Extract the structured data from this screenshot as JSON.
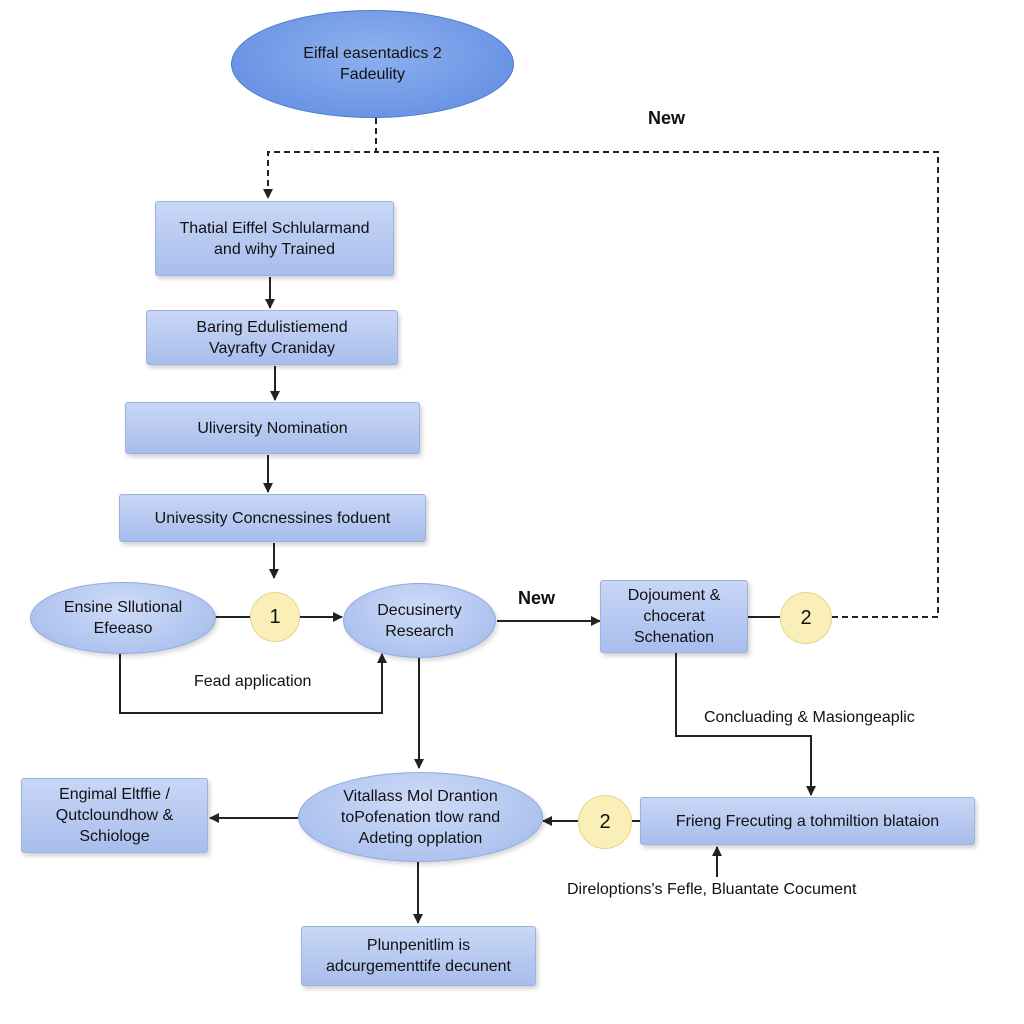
{
  "nodes": {
    "start": [
      "Eiffal easentadics 2",
      "Fadeulity"
    ],
    "step1": [
      "Thatial Eiffel Schlularmand",
      "and wihy Trained"
    ],
    "step2": [
      "Baring Edulistiemend",
      "Vayrafty Craniday"
    ],
    "step3": [
      "Uliversity Nomination"
    ],
    "step4": [
      "Univessity Concnessines foduent"
    ],
    "left_ellipse": [
      "Ensine Sllutional",
      "Efeeaso"
    ],
    "research": [
      "Decusinerty",
      "Research"
    ],
    "document": [
      "Dojoument &",
      "chocerat",
      "Schenation"
    ],
    "center_ellipse": [
      "Vitallass Mol Drantion",
      "toPofenation tlow rand",
      "Adeting opplation"
    ],
    "left_box": [
      "Engimal Eltffie /",
      "Qutcloundhow &",
      "Schiologe"
    ],
    "right_box": [
      "Frieng Frecuting a tohmiltion blataion"
    ],
    "bottom_box": [
      "Plunpenitlim is",
      "adcurgementtife decunent"
    ],
    "circle1": "1",
    "circle2_top": "2",
    "circle2_bottom": "2"
  },
  "labels": {
    "new_top": "New",
    "new_mid": "New",
    "fead_application": "Fead application",
    "concluding": "Concluading & Masiongeaplic",
    "dirclopions": "Direloptions's Fefle, Bluantate Cocument"
  }
}
